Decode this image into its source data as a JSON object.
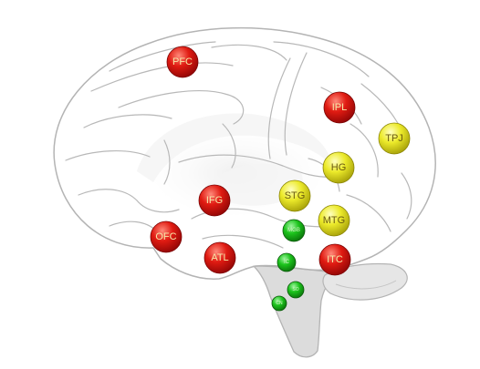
{
  "colors": {
    "red": "#d40d0d",
    "yellow": "#e2dd16",
    "green": "#17b317",
    "outline": "#b4b4b4",
    "stem_fill": "#dcdcdc"
  },
  "regions": [
    {
      "id": "pfc",
      "label": "PFC",
      "color": "red"
    },
    {
      "id": "ipl",
      "label": "IPL",
      "color": "red"
    },
    {
      "id": "tpj",
      "label": "TPJ",
      "color": "yellow"
    },
    {
      "id": "hg",
      "label": "HG",
      "color": "yellow"
    },
    {
      "id": "stg",
      "label": "STG",
      "color": "yellow"
    },
    {
      "id": "ifg",
      "label": "IFG",
      "color": "red"
    },
    {
      "id": "mtg",
      "label": "MTG",
      "color": "yellow"
    },
    {
      "id": "mgb",
      "label": "MGB",
      "color": "green"
    },
    {
      "id": "ofc",
      "label": "OFC",
      "color": "red"
    },
    {
      "id": "atl",
      "label": "ATL",
      "color": "red"
    },
    {
      "id": "itc",
      "label": "ITC",
      "color": "red"
    },
    {
      "id": "ic",
      "label": "IC",
      "color": "green"
    },
    {
      "id": "so",
      "label": "SO",
      "color": "green"
    },
    {
      "id": "cn",
      "label": "CN",
      "color": "green"
    }
  ]
}
